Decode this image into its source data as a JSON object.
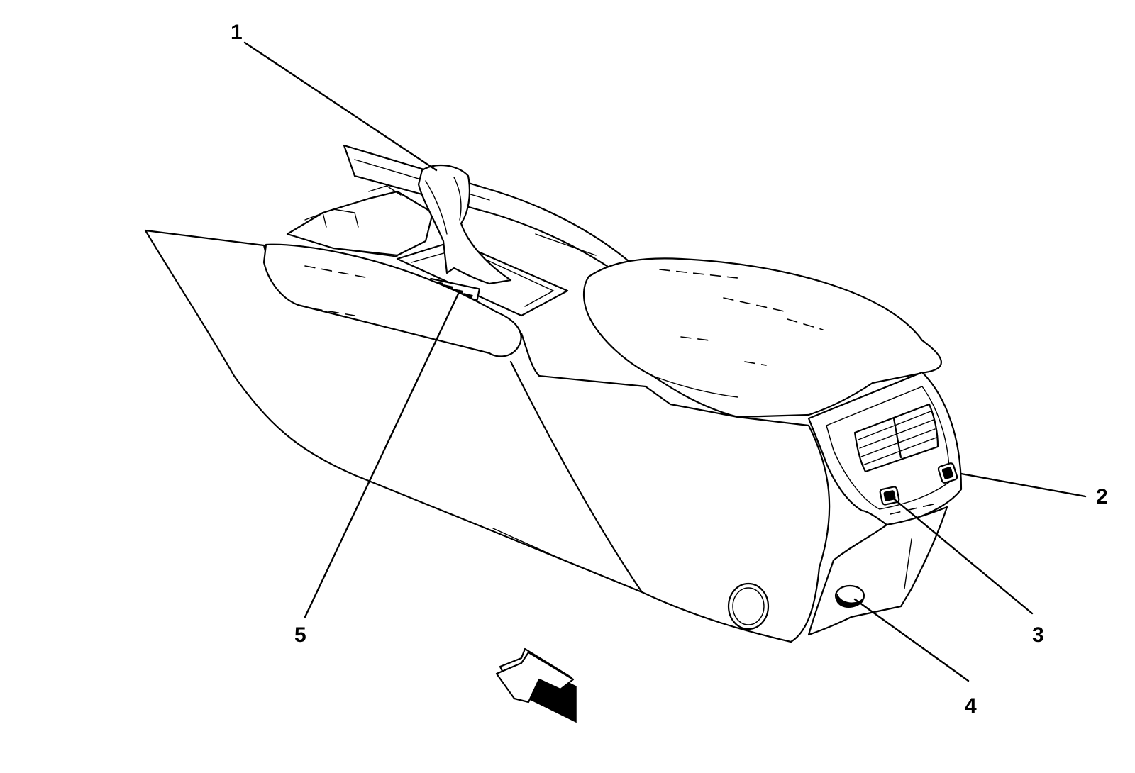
{
  "callouts": [
    {
      "id": "1",
      "label": "1"
    },
    {
      "id": "2",
      "label": "2"
    },
    {
      "id": "3",
      "label": "3"
    },
    {
      "id": "4",
      "label": "4"
    },
    {
      "id": "5",
      "label": "5"
    }
  ],
  "icons": {
    "direction": "front-direction-arrow-icon"
  },
  "colors": {
    "line": "#000000",
    "background": "#ffffff"
  }
}
